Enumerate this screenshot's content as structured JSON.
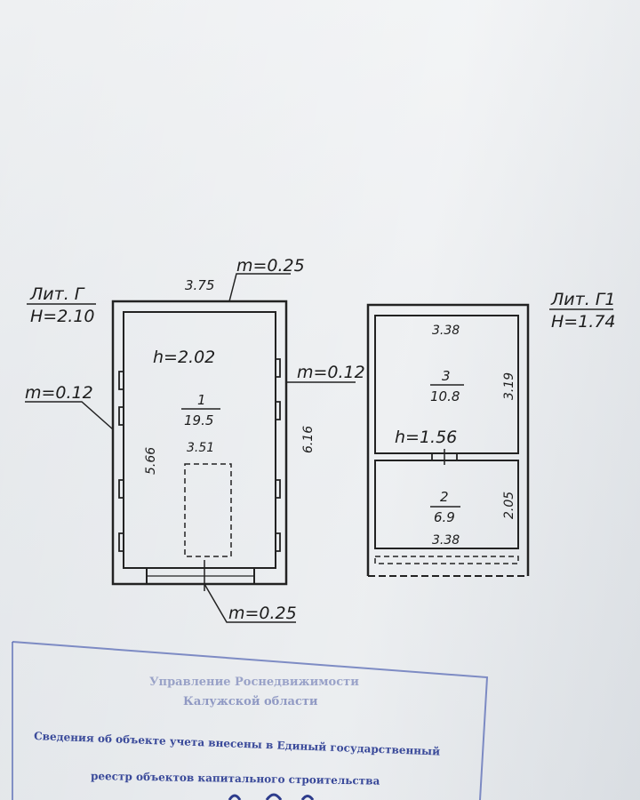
{
  "left_building": {
    "lit_label": "Лит. Г",
    "height_label": "H=2.10",
    "top_dim": "3.75",
    "wall_top": "m=0.25",
    "wall_left": "m=0.12",
    "wall_right": "m=0.12",
    "wall_bottom": "m=0.25",
    "inner_height": "h=2.02",
    "room_number": "1",
    "room_area": "19.5",
    "inner_width": "3.51",
    "inner_length": "5.66",
    "outer_length": "6.16"
  },
  "right_building": {
    "lit_label": "Лит. Г1",
    "height_label": "H=1.74",
    "room3_width": "3.38",
    "room3_number": "3",
    "room3_area": "10.8",
    "room3_length": "3.19",
    "inner_height": "h=1.56",
    "room2_number": "2",
    "room2_area": "6.9",
    "room2_length": "2.05",
    "room2_width": "3.38"
  },
  "stamp": {
    "line1": "Управление Роснедвижимости",
    "line2": "Калужской области",
    "line3": "Сведения об объекте учета внесены в Единый государственный",
    "line4": "реестр объектов капитального строительства"
  }
}
